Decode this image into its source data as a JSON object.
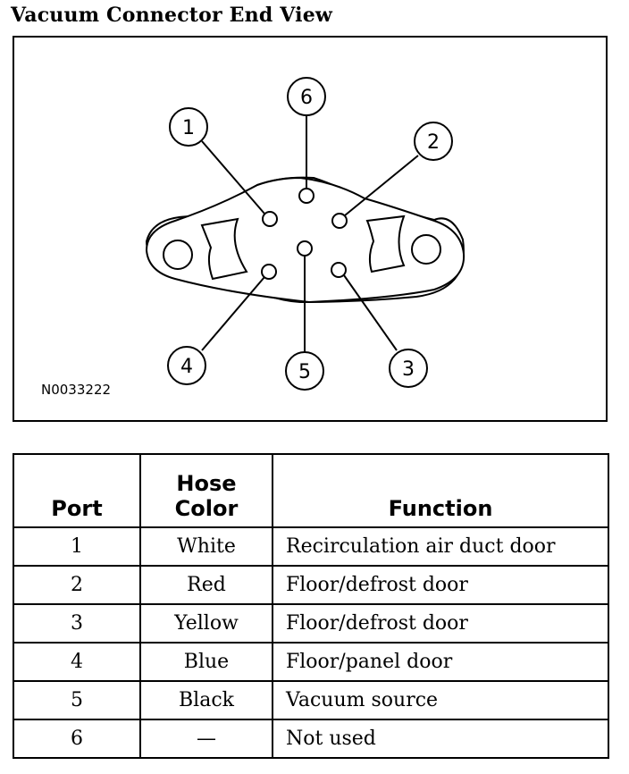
{
  "title": "Vacuum Connector End View",
  "diagram": {
    "figure_id": "N0033222",
    "port_callouts": [
      "1",
      "2",
      "3",
      "4",
      "5",
      "6"
    ]
  },
  "table": {
    "headers": {
      "port": "Port",
      "hose_color": "Hose Color",
      "function": "Function"
    },
    "rows": [
      {
        "port": "1",
        "color": "White",
        "function": "Recirculation air duct door"
      },
      {
        "port": "2",
        "color": "Red",
        "function": "Floor/defrost door"
      },
      {
        "port": "3",
        "color": "Yellow",
        "function": "Floor/defrost door"
      },
      {
        "port": "4",
        "color": "Blue",
        "function": "Floor/panel door"
      },
      {
        "port": "5",
        "color": "Black",
        "function": "Vacuum source"
      },
      {
        "port": "6",
        "color": "—",
        "function": "Not used"
      }
    ]
  }
}
